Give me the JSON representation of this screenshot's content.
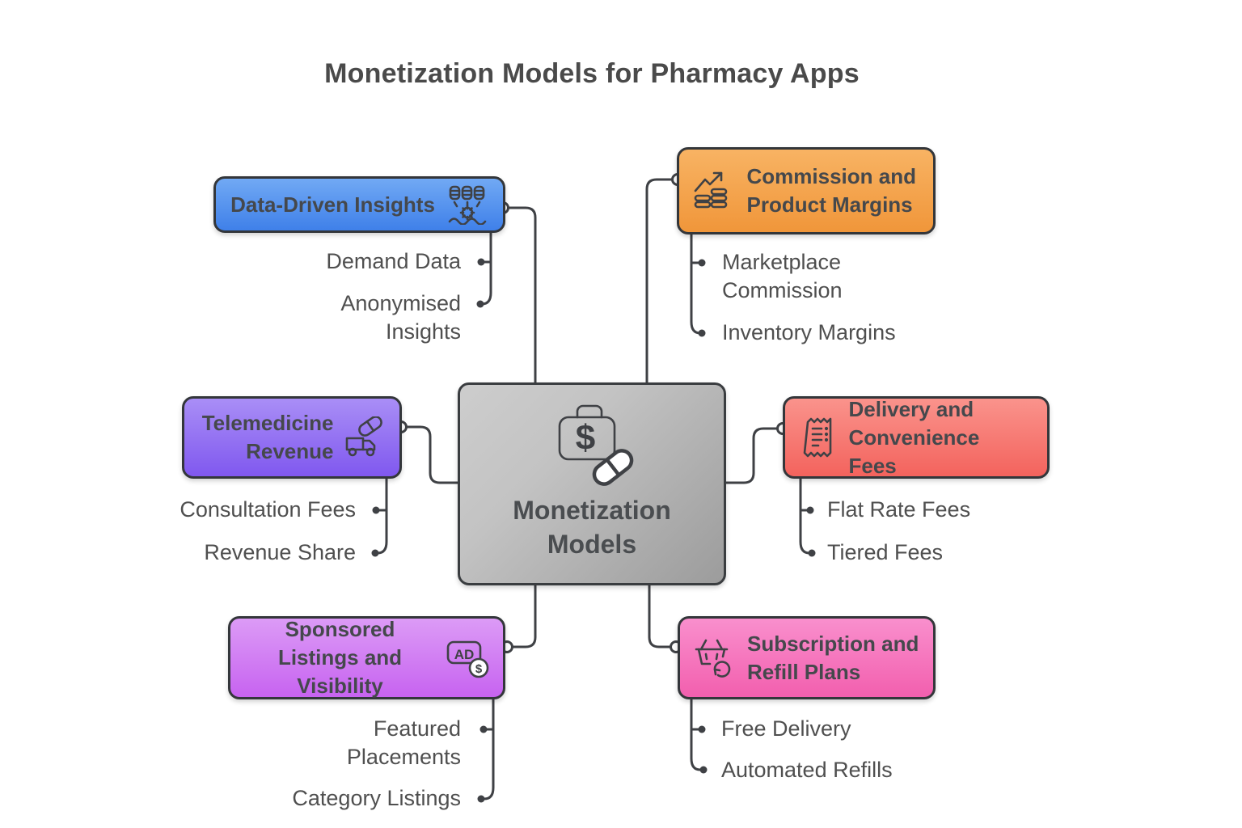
{
  "title": "Monetization Models for Pharmacy Apps",
  "center": {
    "label": "Monetization Models",
    "icon": "briefcase-dollar-pill-icon"
  },
  "branches": [
    {
      "id": "data-driven-insights",
      "label": "Data-Driven Insights",
      "icon": "database-gear-icon",
      "color_top": "#71a9f4",
      "color_bottom": "#3f80e9",
      "children": [
        "Demand Data",
        "Anonymised Insights"
      ]
    },
    {
      "id": "commission-product-margins",
      "label": "Commission and Product Margins",
      "icon": "growth-arrow-coins-icon",
      "color_top": "#f8b363",
      "color_bottom": "#f0963a",
      "children": [
        "Marketplace Commission",
        "Inventory Margins"
      ]
    },
    {
      "id": "telemedicine-revenue",
      "label": "Telemedicine Revenue",
      "icon": "delivery-truck-pill-icon",
      "color_top": "#a98ef6",
      "color_bottom": "#8058ef",
      "children": [
        "Consultation Fees",
        "Revenue Share"
      ]
    },
    {
      "id": "delivery-convenience-fees",
      "label": "Delivery and Convenience Fees",
      "icon": "receipt-icon",
      "color_top": "#fa938c",
      "color_bottom": "#f3635d",
      "children": [
        "Flat Rate Fees",
        "Tiered Fees"
      ]
    },
    {
      "id": "sponsored-listings-visibility",
      "label": "Sponsored Listings and Visibility",
      "icon": "ad-badge-dollar-icon",
      "color_top": "#dc9bf6",
      "color_bottom": "#c763f0",
      "children": [
        "Featured Placements",
        "Category Listings"
      ]
    },
    {
      "id": "subscription-refill-plans",
      "label": "Subscription and Refill Plans",
      "icon": "basket-refresh-icon",
      "color_top": "#f98fcd",
      "color_bottom": "#f25fae",
      "children": [
        "Free Delivery",
        "Automated Refills"
      ]
    }
  ],
  "connector_color": "#3f4145",
  "central_color_top": "#cdcdcd",
  "central_color_bottom": "#9c9c9c"
}
